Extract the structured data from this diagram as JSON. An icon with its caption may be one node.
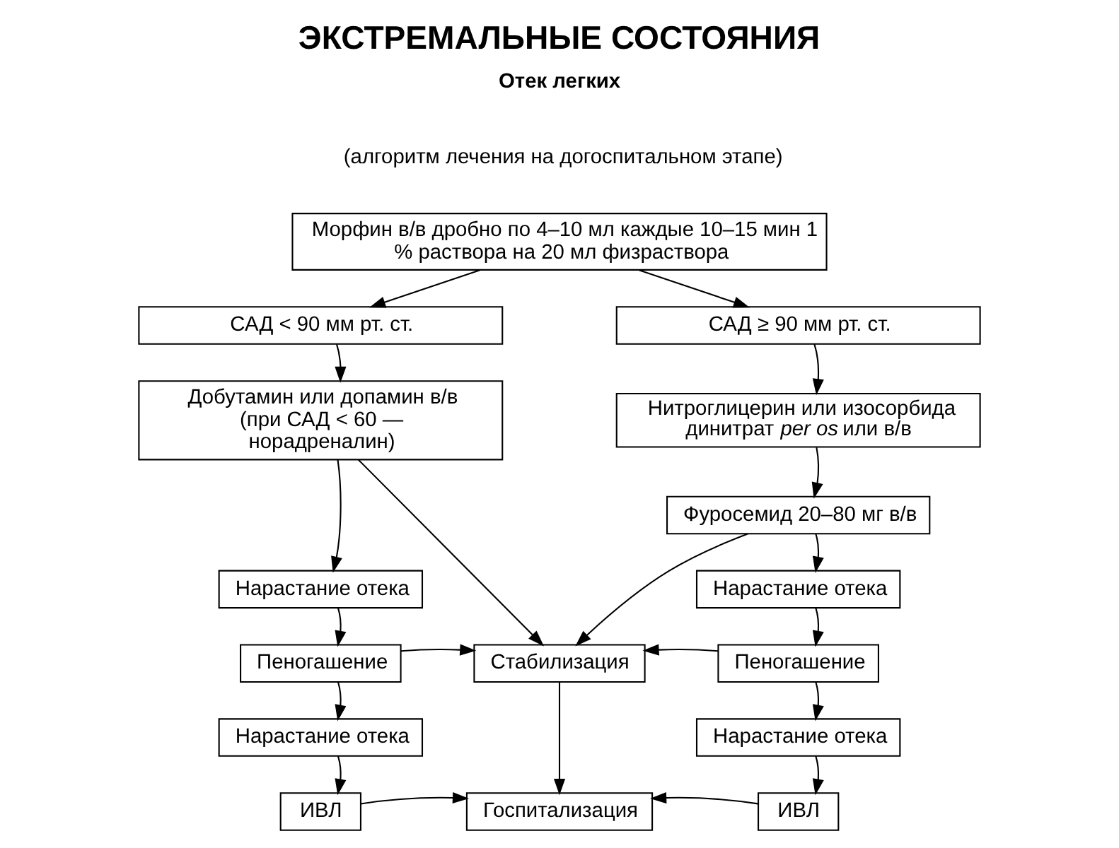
{
  "diagram": {
    "title": "ЭКСТРЕМАЛЬНЫЕ СОСТОЯНИЯ",
    "nodes": [
      {
        "text": [
          "Морфин в/в дробно по 4–10 мл каждые 10–15 мин 1 % раствора на 20 мл физраствора"
        ]
      },
      {
        "text": [
          "САД < 90 мм рт. ст."
        ]
      },
      {
        "text": [
          "САД ≥ 90 мм рт. ст."
        ]
      },
      {
        "text": [
          "Добутамин или допамин в/в (при САД < 60 — норадреналин)"
        ]
      },
      {
        "text": [
          "Нитроглицерин или изосорбида динитрат *per os* или в/в"
        ]
      },
      {
        "text": [
          "Фуросемид 20–80 мг в/в"
        ]
      },
      {
        "text": [
          "Нарастание отека"
        ]
      },
      {
        "text": [
          "Нарастание отека"
        ]
      },
      {
        "text": [
          "Пеногашение"
        ]
      },
      {
        "text": [
          "Стабилизация"
        ]
      },
      {
        "text": [
          "Пеногашение"
        ]
      },
      {
        "text": [
          "Нарастание отека"
        ]
      },
      {
        "text": [
          "Нарастание отека"
        ]
      },
      {
        "text": [
          "ИВЛ"
        ]
      },
      {
        "text": [
          "Госпитализация"
        ]
      },
      {
        "text": [
          "ИВЛ"
        ]
      }
    ],
    "edges": [
      {
        "from": 0,
        "to": 1,
        "arrow": "to"
      },
      {
        "from": 0,
        "to": 2,
        "arrow": "to"
      },
      {
        "from": 1,
        "to": 3,
        "arrow": "to"
      },
      {
        "from": 2,
        "to": 4,
        "arrow": "to"
      },
      {
        "from": 3,
        "to": 6,
        "arrow": "to"
      },
      {
        "from": 3,
        "to": 9,
        "arrow": "to"
      },
      {
        "from": 4,
        "to": 5,
        "arrow": "to"
      },
      {
        "from": 5,
        "to": 9,
        "arrow": "to"
      },
      {
        "from": 5,
        "to": 7,
        "arrow": "to"
      },
      {
        "from": 6,
        "to": 8,
        "arrow": "to"
      },
      {
        "from": 8,
        "to": 9,
        "arrow": "to"
      },
      {
        "from": 8,
        "to": 11,
        "arrow": "to"
      },
      {
        "from": 11,
        "to": 13,
        "arrow": "to"
      },
      {
        "from": 13,
        "to": 14,
        "arrow": "to"
      },
      {
        "from": 9,
        "to": 14,
        "arrow": "to"
      },
      {
        "from": 7,
        "to": 10,
        "arrow": "to"
      },
      {
        "from": 10,
        "to": 9,
        "arrow": "to"
      },
      {
        "from": 10,
        "to": 12,
        "arrow": "to"
      },
      {
        "from": 12,
        "to": 15,
        "arrow": "to"
      },
      {
        "from": 15,
        "to": 14,
        "arrow": "to"
      }
    ],
    "labels": [
      "Отек легких",
      "(алгоритм лечения на догоспитальном этапе)"
    ]
  }
}
